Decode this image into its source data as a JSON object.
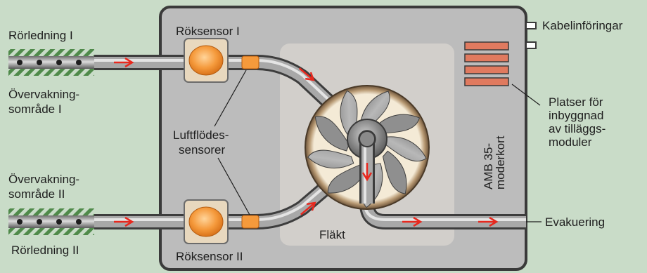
{
  "labels": {
    "pipe_1": "Rörledning I",
    "area_1_line1": "Övervakning-",
    "area_1_line2": "sområde I",
    "area_2_line1": "Övervakning-",
    "area_2_line2": "sområde II",
    "pipe_2": "Rörledning II",
    "smoke_sensor_1": "Röksensor I",
    "smoke_sensor_2": "Röksensor II",
    "airflow_line1": "Luftflödes-",
    "airflow_line2": "sensorer",
    "fan": "Fläkt",
    "cable_entries": "Kabelinföringar",
    "slots_line1": "Platser för",
    "slots_line2": "inbyggnad",
    "slots_line3": "av tilläggs-",
    "slots_line4": "moduler",
    "mainboard_line1": "AMB 35-",
    "mainboard_line2": "moderkort",
    "exhaust": "Evakuering"
  },
  "colors": {
    "background": "#c9dcc8",
    "housing": "#bcbcbc",
    "housing_border": "#3a3a3a",
    "inner_panel": "#d2cfcb",
    "pipe": "#9a9a9a",
    "sensor_box": "#e8d8be",
    "sensor_ball": "#f59a3c",
    "arrow": "#e8281e",
    "module_slot": "#e07a5f",
    "hatch": "#4f8a4a"
  }
}
